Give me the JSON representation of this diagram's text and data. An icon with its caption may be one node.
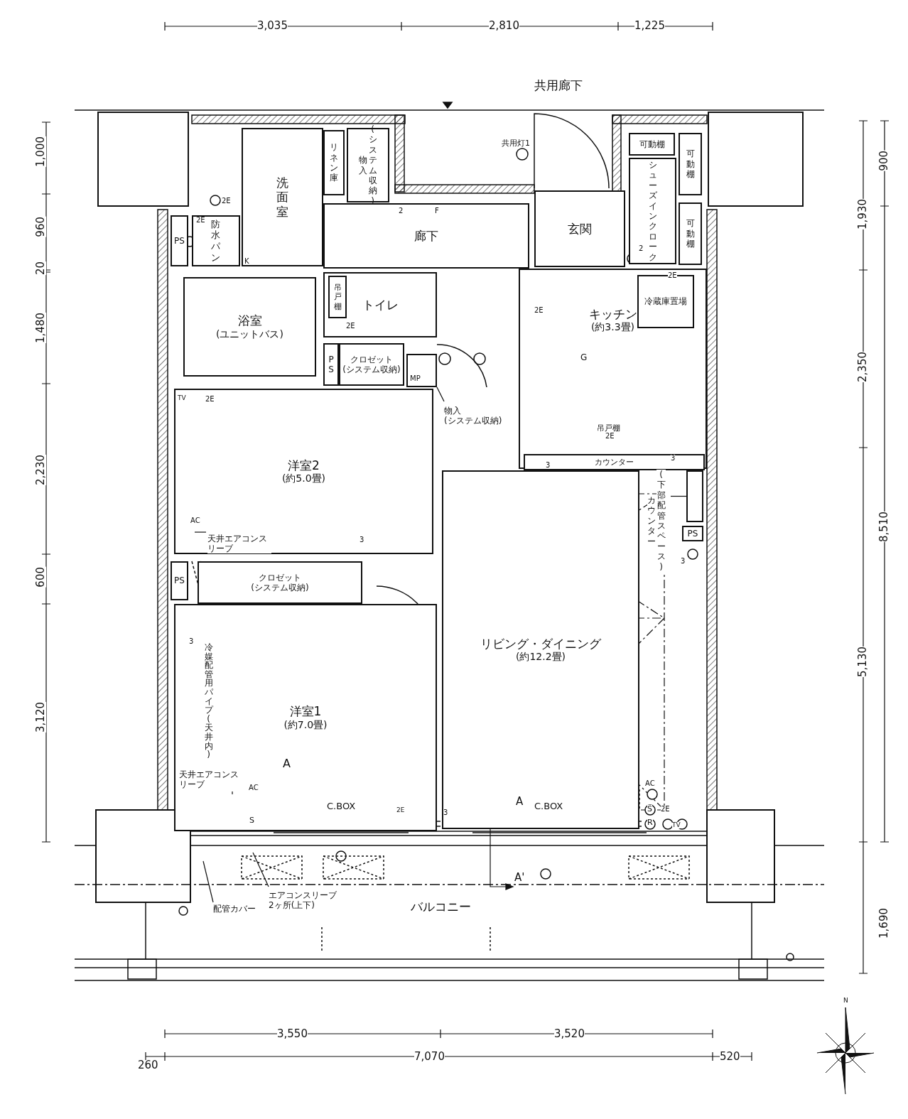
{
  "diagram": {
    "nodes": [
      {
        "text": [
          "洗面室"
        ]
      },
      {
        "text": [
          "リネン庫"
        ]
      },
      {
        "text": [
          "物入",
          "(システム収納)"
        ]
      },
      {
        "text": [
          "防水パン"
        ]
      },
      {
        "text": [
          "PS"
        ]
      },
      {
        "text": [
          "廊下"
        ]
      },
      {
        "text": [
          "玄関"
        ]
      },
      {
        "text": [
          "シューズインクローク"
        ]
      },
      {
        "text": [
          "可動棚"
        ]
      },
      {
        "text": [
          "可動棚"
        ]
      },
      {
        "text": [
          "可動棚"
        ]
      },
      {
        "text": [
          "浴室",
          "(ユニットバス)"
        ]
      },
      {
        "text": [
          "トイレ"
        ]
      },
      {
        "text": [
          "吊戸棚"
        ],
        "in": 12
      },
      {
        "text": [
          "PS"
        ]
      },
      {
        "text": [
          "クロゼット",
          "(システム収納)"
        ]
      },
      {
        "text": [],
        "shape": "box"
      },
      {
        "text": [
          "物入",
          "(システム収納)"
        ]
      },
      {
        "text": [
          "キッチン",
          "(約3.3畳)"
        ]
      },
      {
        "text": [
          "冷蔵庫置場"
        ],
        "in": 18
      },
      {
        "text": [
          "カウンター"
        ],
        "in": 18
      },
      {
        "text": [
          "洋室2",
          "(約5.0畳)"
        ]
      },
      {
        "text": [
          "天井エアコンスリーブ"
        ],
        "in": 21
      },
      {
        "text": [
          "PS"
        ]
      },
      {
        "text": [
          "クロゼット",
          "(システム収納)"
        ]
      },
      {
        "text": [
          "洋室1",
          "(約7.0畳)"
        ]
      },
      {
        "text": [
          "天井エアコンスリーブ"
        ],
        "in": 25
      },
      {
        "text": [
          "リビング・ダイニング",
          "(約12.2畳)"
        ]
      },
      {
        "text": [],
        "shape": "box"
      },
      {
        "text": [
          "カウンター",
          "(下部配管スペース)"
        ]
      },
      {
        "text": [
          "PS"
        ]
      },
      {
        "text": [
          "エアコンスリーブ2ヶ所(上下)"
        ]
      },
      {
        "text": [
          "配管カバー"
        ]
      }
    ],
    "edges": [
      {
        "from": 17,
        "to": 16,
        "arrow": "none"
      },
      {
        "from": 22,
        "to": null,
        "arrow": "none"
      },
      {
        "from": 26,
        "to": null,
        "arrow": "none"
      },
      {
        "from": 29,
        "to": 28,
        "arrow": "none"
      },
      {
        "from": 31,
        "to": null,
        "arrow": "none"
      },
      {
        "from": 32,
        "to": null,
        "arrow": "none"
      }
    ],
    "labels": [
      "3,035",
      "2,810",
      "1,225",
      "共用廊下",
      "共用灯1",
      "1,000",
      "960",
      "20",
      "1,480",
      "2,230",
      "600",
      "3,120",
      "900",
      "1,930",
      "2,350",
      "8,510",
      "5,130",
      "1,690",
      "2E",
      "2",
      "F",
      "2E",
      "K",
      "2",
      "2E",
      "2E",
      "2E",
      "G",
      "MP",
      "TV",
      "2E",
      "吊戸棚",
      "2E",
      "3",
      "3",
      "AC",
      "3",
      "3",
      "3",
      "冷媒配管用パイプ(天井内)",
      "A",
      "AC",
      "C.BOX",
      "S",
      "2E",
      "3",
      "A",
      "C.BOX",
      "AC",
      "S",
      "2E",
      "R",
      "TV",
      "A'",
      "バルコニー",
      "3,550",
      "3,520",
      "260",
      "7,070",
      "520",
      "N"
    ]
  }
}
